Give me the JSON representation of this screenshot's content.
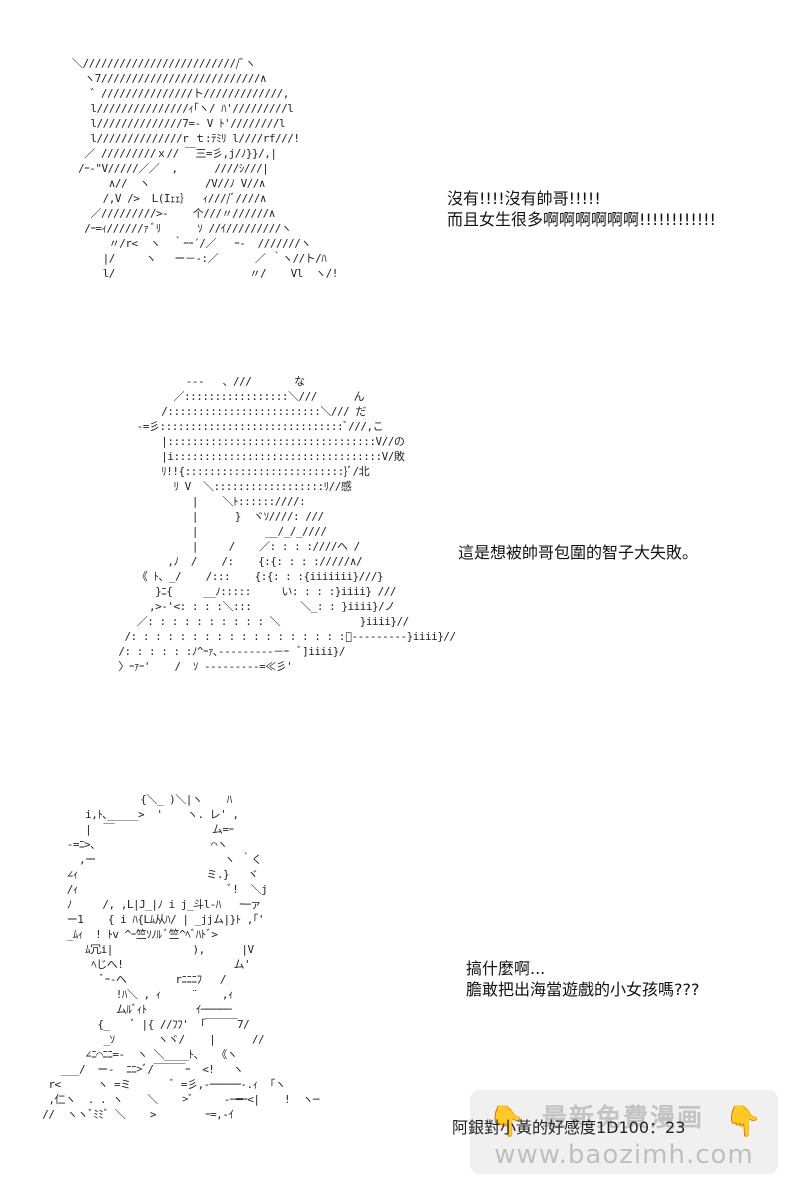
{
  "panel1": {
    "art": [
      "＼//////////////////////////ﾞヽ",
      "  ヽ7//////////////////////////∧",
      "   ゛///////////////ト/////////////,",
      "   l///////////////ｨ｢ヽ/ ﾊ'/////////l",
      "   l//////////////7=- V ﾄ'////////l",
      "   l//////////////r ｔ:ﾃﾐﾘ l////rf///!",
      "  ／ /////////ｘ// ￣三=彡,j/ﾉ}}/,|",
      " /ｰ-\"V/////／／  ,      ////ｼ///|",
      "      ∧//  ヽ         /V//ﾉ V//∧",
      "     /,V />  L(Iｪｪ｝  ｨ////ﾞ////∧",
      "   ／/////////>-    个///〃//////∧",
      "  /ｰ=ｨ//////ｧ ﾞﾘ      ｿ //ｲ/////////ヽ",
      "      〃/r<  ヽ  ｀ｰｰ´/／   ｰ-  ///////ヽ",
      "     |/     ヽ   ー－-:／      ／ ｀ヽ//ト/ﾊ",
      "     l/                      〃/    Vl  ヽ/!"
    ],
    "caption": [
      "沒有!!!!沒有帥哥!!!!!",
      "而且女生很多啊啊啊啊啊啊!!!!!!!!!!!!"
    ]
  },
  "panel2": {
    "art": [
      "              ---   、///       な",
      "            ／:::::::::::::::::＼///      ん",
      "          /:::::::::::::::::::::::::＼/// だ",
      "      -=彡::::::::::::::::::::::::::::::ﾞ///,こ",
      "          |::::::::::::::::::::::::::::::::::V//の",
      "          |i::::::::::::::::::::::::::::::::::V/敗",
      "          ﾘ!!{::::::::::::::::::::::::::}ﾞ/北",
      "            ﾘ V  ＼::::::::::::::::::ﾘ//感",
      "               |    ＼ﾄ::::::////:",
      "               |      }  ヾｿ////: ///",
      "               |           __/_/_////",
      "               |     /    ／: : : :////ヘ /",
      "           ,ﾉ  /    /:    {:{: : : ://///∧/",
      "      《 ﾄ、_/    /:::    {:{: : :{iiiiiii}///}",
      "         }ﾆ{     __ﾉ:::::     い: : : :}iiii} ///",
      "        ,>-'<: : : :＼:::        ＼_: : }iiii}/ノ",
      "      ／: : : : : : : : : : ＼             }iiii}//",
      "    /: : : : : : : : : : : : : : : : : :ﾞ---------}iiii}//",
      "   /: : : : : :ﾉ^ｰｧ､---------－ｰ  ﾞ]iiii}/",
      "   〉ｰｧｰ'    /  ｿ ---------=≪彡'"
    ],
    "caption": [
      "這是想被帥哥包圍的智子大失敗。"
    ]
  },
  "panel3": {
    "art": [
      "                  {＼_ )＼|ヽ    ﾊ",
      "         i,ﾄ､_____>  '    ヽ. レ' ,",
      "         |  ￣                ム=ｰ",
      "      -=ﾆ>、                  ⌒ヽ",
      "        ,ー                     ヽ ｀く",
      "      ∠ｨ                     ミ.}   ヾ",
      "      /ｨ                         ﾞ!  ＼j",
      "      ﾉ     /, ,L|J_|ﾉ i j_斗l-ﾊ   ｰ─ァ",
      "      ー1    { i ﾊ{Lﾑ从ﾊ/ | _jjム|}ﾄ ,｢'",
      "      _ﾑｨ  ! ﾄv ^ｰ竺ｿﾉﾙ ﾞ竺^ﾍﾞﾊﾄﾞ>",
      "         ﾑ冗i|             ),      |V",
      "          ﾍじへ!                  ム'",
      "            ﾞｰ‐へ        rﾆﾆﾆﾌ   /",
      "              !ﾊ＼ , ｨ     ¨    ,ｨ",
      "              ムﾙﾞｨﾄ        ｲ─────",
      "           {_    ﾞ |{ //ﾌﾌ'  ｢￣￣￣7/",
      "            _ｿ       ヽヾ/    |      //",
      "         ∠ﾆ⌒ﾆﾆ=-  ヽ ＼____ﾄ、  《ヽ",
      "     ___/  ー-  ﾆﾆ>ﾞ/￣￣￣ｰ  <!   ヽ",
      "   r<      ヽ =ミ       ﾞ =彡,-─────-.ｨ  ｢ヽ",
      "   ,仁ヽ  . . ヽ    ＼    >ﾞ     -─━ｰ<|    !  ヽ─",
      "  //  ヽヽﾞﾐﾐﾞ ＼    >        ｰ=,-ｲ"
    ],
    "caption": [
      "搞什麼啊...",
      "膽敢把出海當遊戲的小女孩嗎???"
    ]
  },
  "footer": {
    "text": "阿銀對小黃的好感度1D100：23"
  },
  "watermark": {
    "title": "最新免費漫画",
    "url": "www.baozimh.com",
    "icon_color": "#f2a531"
  }
}
